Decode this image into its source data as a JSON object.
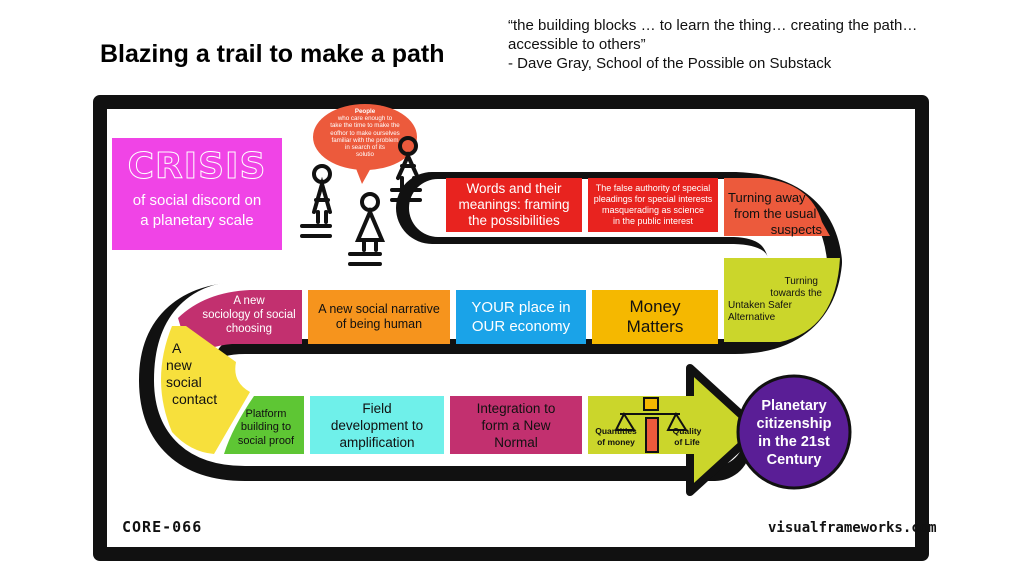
{
  "title": "Blazing a trail to make a path",
  "quote": {
    "line1": "“the building blocks … to learn the thing… creating the path…",
    "line2": "accessible to others”",
    "line3": "- Dave Gray, School of the Possible on Substack"
  },
  "crisis": {
    "heading": "CRISIS",
    "subtitle_line1": "of social discord on",
    "subtitle_line2": "a planetary scale"
  },
  "speech_bubble": {
    "line1": "People",
    "line2": "who care enough to",
    "line3": "take the time to make the",
    "line4": "eofhor to make ourselves",
    "line5": "familiar with the problem",
    "line6": "in search of its",
    "line7": "solutio"
  },
  "tiles": {
    "words": {
      "line1": "Words and their",
      "line2": "meanings: framing",
      "line3": "the possibilities"
    },
    "authority": {
      "line1": "The false authority of special",
      "line2": "pleadings for special interests",
      "line3": "masquerading as science",
      "line4": "in the public interest"
    },
    "turning_away": {
      "line1": "Turning away",
      "line2": "from the usual",
      "line3": "suspects"
    },
    "turning_towards": {
      "line1": "Turning",
      "line2": "towards the",
      "line3": "Untaken Safer",
      "line4": "Alternative"
    },
    "money": {
      "line1": "Money",
      "line2": "Matters"
    },
    "your_place": {
      "line1": "YOUR place in",
      "line2": "OUR economy"
    },
    "narrative": {
      "line1": "A new social narrative",
      "line2": "of being human"
    },
    "sociology": {
      "line1": "A new",
      "line2": "sociology of social",
      "line3": "choosing"
    },
    "contact": {
      "line1": "A",
      "line2": "new",
      "line3": "social",
      "line4": "contact"
    },
    "platform": {
      "line1": "Platform",
      "line2": "building to",
      "line3": "social proof"
    },
    "field": {
      "line1": "Field",
      "line2": "development to",
      "line3": "amplification"
    },
    "integration": {
      "line1": "Integration to",
      "line2": "form a New",
      "line3": "Normal"
    },
    "quantities": {
      "line1": "Quantities",
      "line2": "of money"
    },
    "quality": {
      "line1": "Quality",
      "line2": "of Life"
    },
    "planetary": {
      "line1": "Planetary",
      "line2": "citizenship",
      "line3": "in the 21st",
      "line4": "Century"
    }
  },
  "footer": {
    "code": "CORE-066",
    "site": "visualframeworks.com"
  },
  "colors": {
    "crisis": "#f044e6",
    "red": "#e8231f",
    "orange_red": "#ec5a3c",
    "lime": "#cbd62b",
    "gold": "#f5b800",
    "blue": "#1aa3e8",
    "orange": "#f6941d",
    "magenta": "#c2306f",
    "yellow": "#f7e03c",
    "green": "#5ec634",
    "cyan": "#6ff0ea",
    "purple": "#5a1e96"
  }
}
